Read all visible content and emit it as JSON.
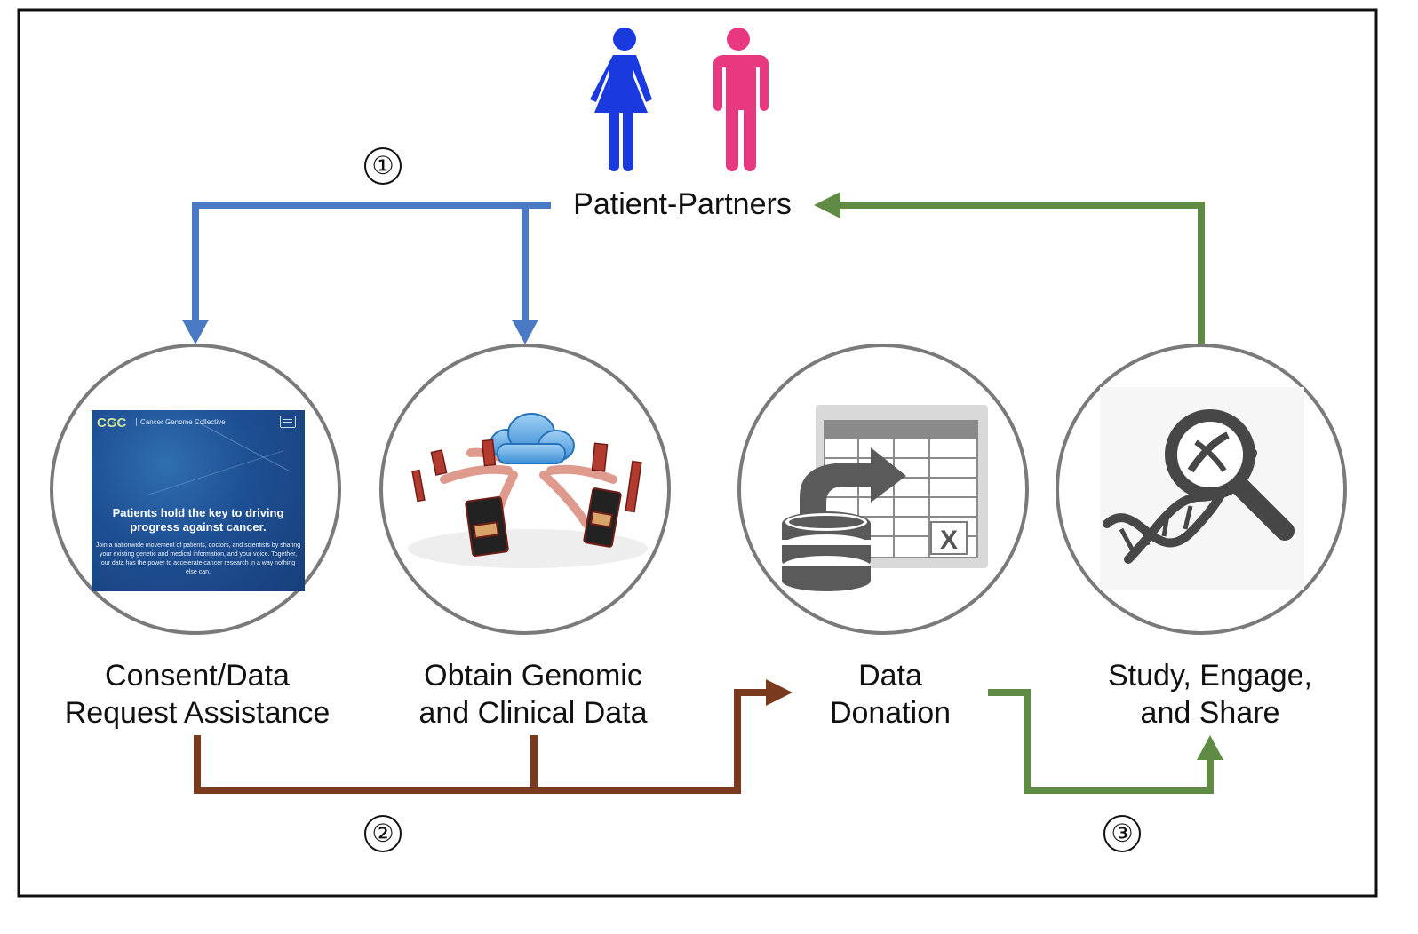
{
  "diagram": {
    "patient_label": "Patient-Partners",
    "steps": [
      "①",
      "②",
      "③"
    ],
    "nodes": [
      {
        "label_line1": "Consent/Data",
        "label_line2": "Request Assistance",
        "icon": "website-screenshot-icon"
      },
      {
        "label_line1": "Obtain Genomic",
        "label_line2": "and Clinical Data",
        "icon": "cloud-devices-icon"
      },
      {
        "label_line1": "Data",
        "label_line2": "Donation",
        "icon": "database-spreadsheet-icon"
      },
      {
        "label_line1": "Study, Engage,",
        "label_line2": "and Share",
        "icon": "dna-magnifier-icon"
      }
    ],
    "website": {
      "logo": "CGC",
      "logo_text": "Cancer Genome Collective",
      "headline": "Patients hold the key to driving progress against cancer.",
      "body": "Join a nationwide movement of patients, doctors, and scientists by sharing your existing genetic and medical information, and your voice. Together, our data has the power to accelerate cancer research in a way nothing else can."
    },
    "colors": {
      "step1_arrow": "#4a7ac4",
      "step2_arrow": "#7a3a1e",
      "step3_arrow": "#5f8b44",
      "female_icon": "#1a3ae0",
      "male_icon": "#e8387f",
      "circle_border": "#7a7a7a"
    }
  }
}
